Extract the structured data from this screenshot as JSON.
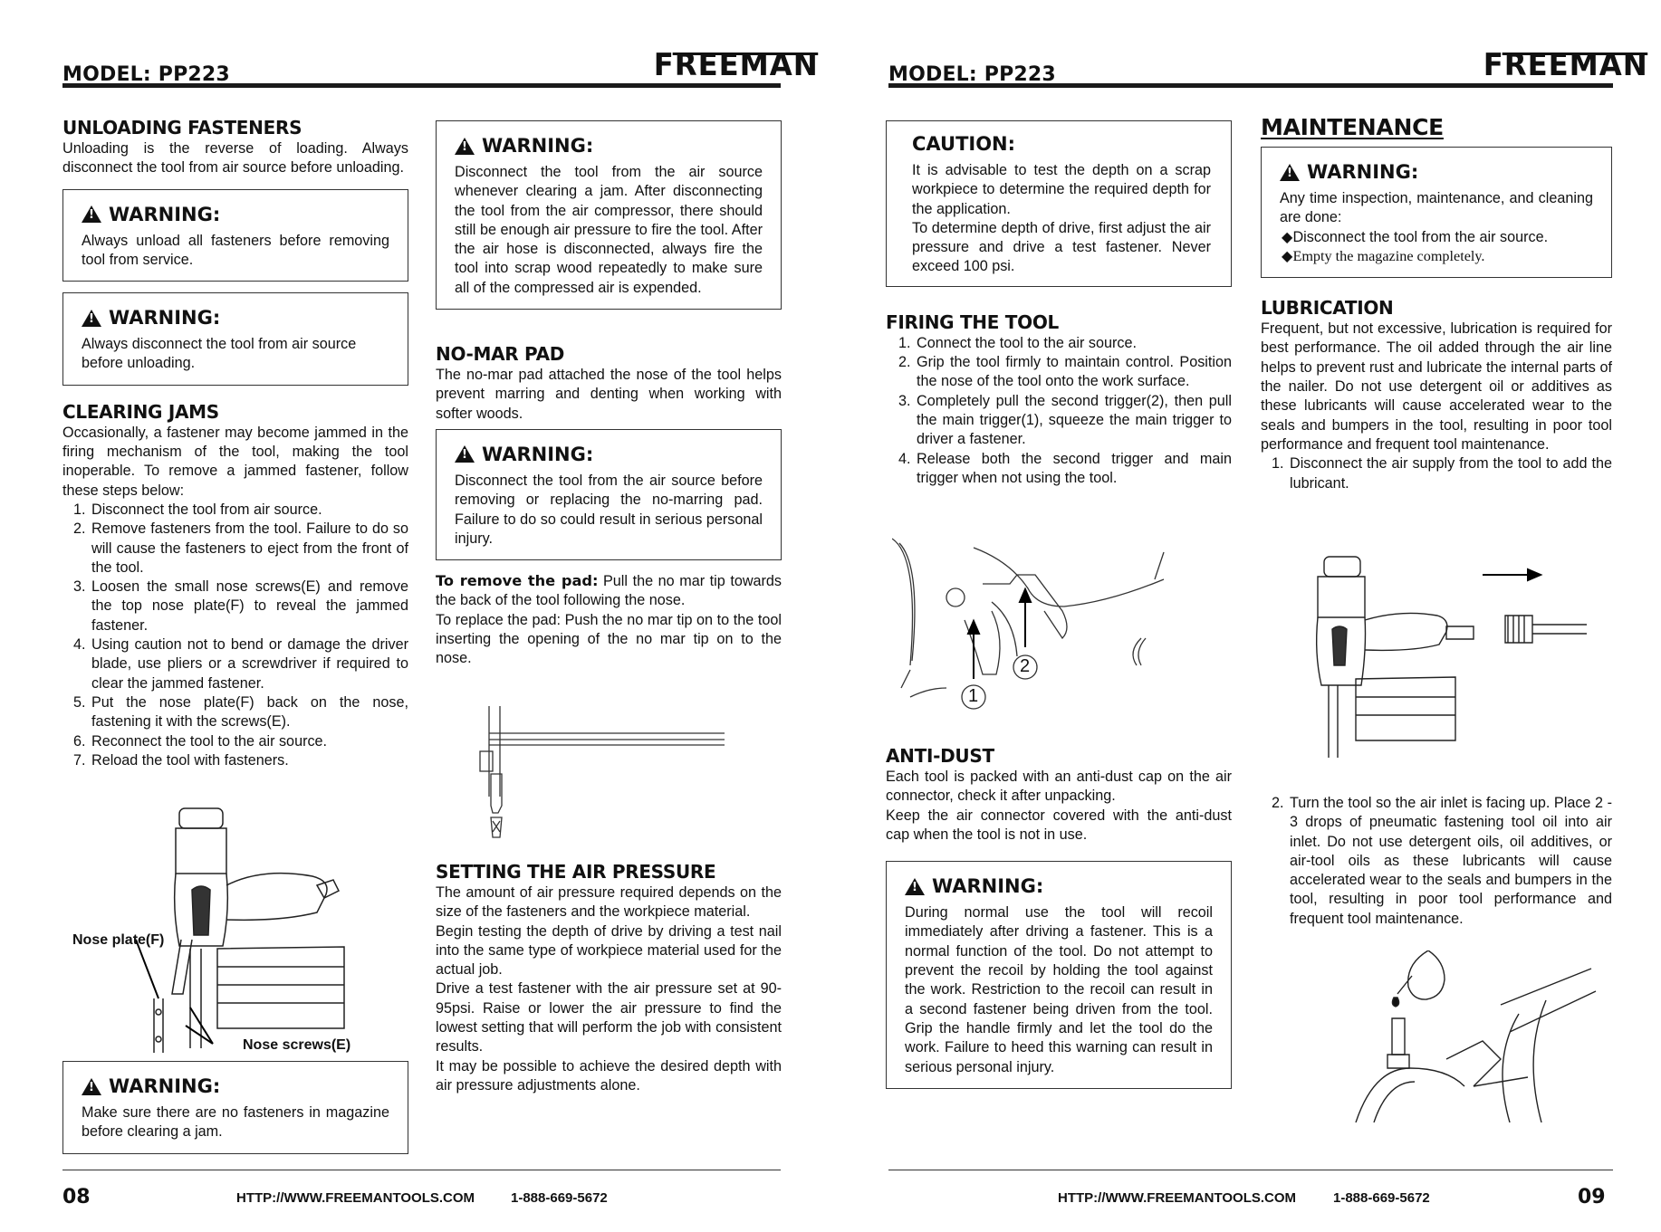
{
  "left": {
    "model": "MODEL: PP223",
    "logo": "FREEMAN",
    "page_number": "08",
    "url": "HTTP://WWW.FREEMANTOOLS.COM",
    "phone": "1-888-669-5672",
    "unloading": {
      "title": "UNLOADING FASTENERS",
      "body": "Unloading is the reverse of loading. Always disconnect the tool from air source before unloading."
    },
    "warn1": {
      "title": "WARNING:",
      "body": "Always unload all fasteners before removing tool from service."
    },
    "warn2": {
      "title": "WARNING:",
      "body": "Always disconnect the tool from air source before unloading."
    },
    "clearing": {
      "title": "CLEARING JAMS",
      "body": "Occasionally, a fastener may become jammed in the firing mechanism of the tool, making the tool inoperable. To remove a jammed fastener, follow these steps below:",
      "steps": [
        "Disconnect the tool from air source.",
        "Remove fasteners from the tool. Failure to do so will cause the fasteners to eject from the front of the tool.",
        "Loosen the small nose screws(E) and remove the top nose plate(F) to reveal the jammed fastener.",
        "Using caution not to bend or damage the driver blade, use pliers or a screwdriver if required to clear the jammed fastener.",
        "Put the nose plate(F) back on the nose, fastening it with the screws(E).",
        "Reconnect the tool to the air source.",
        "Reload the tool with fasteners."
      ],
      "label_nose_plate": "Nose plate(F)",
      "label_nose_screws": "Nose screws(E)"
    },
    "warn3": {
      "title": "WARNING:",
      "body": "Make sure there are no fasteners in magazine before clearing a jam."
    },
    "warn4": {
      "title": "WARNING:",
      "body": "Disconnect the tool from the air source whenever clearing a jam. After disconnecting the tool from the air compressor, there should still be enough air pressure to fire the tool. After the air hose is disconnected, always fire the tool into scrap wood repeatedly to make sure all of the compressed air is expended."
    },
    "nomar": {
      "title": "NO-MAR PAD",
      "body": "The no-mar pad attached the nose of the tool helps prevent marring and denting when working with softer woods.",
      "remove_label": "To remove the pad:",
      "remove_text": " Pull the no mar tip towards the back of the tool following the nose.",
      "replace_text": "To replace the pad: Push the no mar tip on to the tool inserting the opening of the no mar tip on to the nose."
    },
    "warn5": {
      "title": "WARNING:",
      "body": "Disconnect the tool from the air source before removing or replacing the no-marring pad. Failure to do so could result in serious personal injury."
    },
    "air": {
      "title": "SETTING THE AIR PRESSURE",
      "p1": "The amount of air pressure required depends on the size of the fasteners and the workpiece material.",
      "p2": "Begin testing the depth of drive by driving a test nail into the same type of workpiece material used for the actual job.",
      "p3": "Drive a test fastener with the air pressure set at 90-95psi. Raise or lower the air pressure to find the lowest setting that will perform the job with consistent results.",
      "p4": "It may be possible to achieve the desired depth with air pressure adjustments alone."
    }
  },
  "right": {
    "model": "MODEL: PP223",
    "logo": "FREEMAN",
    "page_number": "09",
    "url": "HTTP://WWW.FREEMANTOOLS.COM",
    "phone": "1-888-669-5672",
    "caution": {
      "title": "CAUTION:",
      "p1": "It is advisable to test the depth on a scrap workpiece to determine the required depth for the application.",
      "p2": "To determine depth of drive, first adjust the air pressure and drive a test fastener. Never exceed 100 psi."
    },
    "firing": {
      "title": "FIRING THE TOOL",
      "steps": [
        "Connect the tool to the air source.",
        "Grip the tool firmly to maintain control. Position the nose of the tool onto the work surface.",
        "Completely pull the second trigger(2), then pull the main trigger(1), squeeze the main trigger to driver a fastener.",
        "Release both the second trigger and main trigger when not using the tool."
      ],
      "callout1": "1",
      "callout2": "2"
    },
    "antidust": {
      "title": "ANTI-DUST",
      "p1": "Each tool is packed with an anti-dust cap on the air connector, check it after unpacking.",
      "p2": "Keep the air connector covered with the anti-dust cap when the tool is not in use."
    },
    "warn6": {
      "title": "WARNING:",
      "body": "During normal use the tool will recoil immediately after driving a fastener. This is a normal function of the tool. Do not attempt to prevent the recoil by holding the tool against the work. Restriction to the recoil can result in a second fastener being driven from the tool. Grip the handle firmly and let the tool do the work. Failure to heed this warning can result in serious personal injury."
    },
    "maintenance": {
      "title": "MAINTENANCE",
      "warn_title": "WARNING:",
      "warn_body": "Any time inspection, maintenance, and cleaning are done:",
      "bullet1": "Disconnect the tool from the air source.",
      "bullet2": "Empty the magazine completely."
    },
    "lubrication": {
      "title": "LUBRICATION",
      "body": "Frequent, but not excessive, lubrication is required for best performance. The oil added through the air line helps to prevent rust and lubricate the internal parts of the nailer. Do not use detergent oil or additives as these lubricants will cause accelerated wear to the seals and bumpers in the tool, resulting in poor tool performance and frequent tool maintenance.",
      "step1": "Disconnect the air supply from the tool to add the lubricant.",
      "step2": "Turn the tool so the air inlet is facing up. Place 2 - 3 drops of pneumatic fastening tool oil into air inlet. Do not use detergent oils, oil additives, or air-tool oils as these lubricants will cause accelerated wear to the seals and bumpers in the tool, resulting in poor tool performance and frequent tool maintenance."
    }
  }
}
